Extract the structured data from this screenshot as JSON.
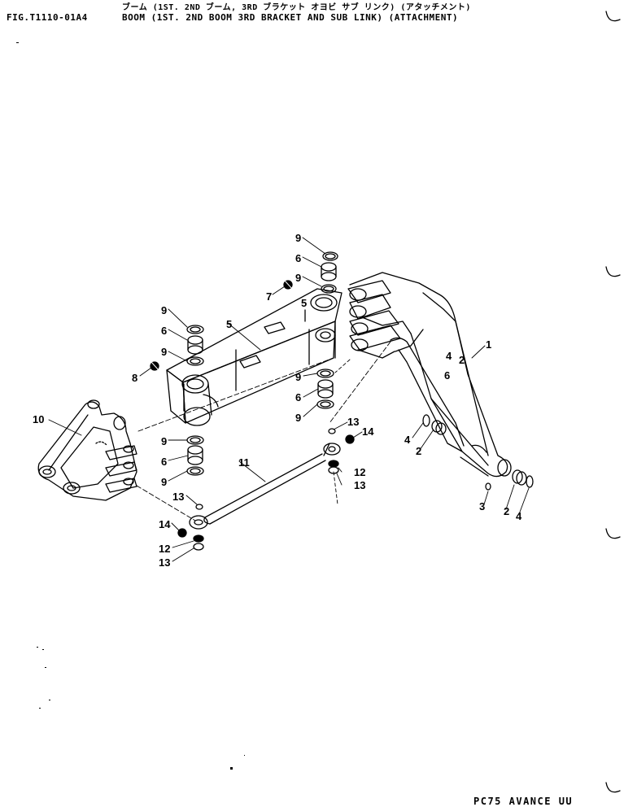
{
  "header": {
    "title_jp": "ブーム (1ST. 2ND ブーム, 3RD ブラケット オヨビ サブ リンク) (アタッチメント)",
    "figure_id": "FIG.T1110-01A4",
    "title_en": "BOOM (1ST. 2ND BOOM 3RD BRACKET AND SUB LINK) (ATTACHMENT)"
  },
  "footer": {
    "model": "PC75 AVANCE UU"
  },
  "callouts": [
    {
      "id": "c1",
      "label": "1"
    },
    {
      "id": "c2a",
      "label": "2"
    },
    {
      "id": "c2b",
      "label": "2"
    },
    {
      "id": "c3",
      "label": "3"
    },
    {
      "id": "c4a",
      "label": "4"
    },
    {
      "id": "c4b",
      "label": "4"
    },
    {
      "id": "c5",
      "label": "5"
    },
    {
      "id": "c6a",
      "label": "6"
    },
    {
      "id": "c6b",
      "label": "6"
    },
    {
      "id": "c6c",
      "label": "6"
    },
    {
      "id": "c6d",
      "label": "6"
    },
    {
      "id": "c7",
      "label": "7"
    },
    {
      "id": "c8",
      "label": "8"
    },
    {
      "id": "c9a",
      "label": "9"
    },
    {
      "id": "c9b",
      "label": "9"
    },
    {
      "id": "c9c",
      "label": "9"
    },
    {
      "id": "c9d",
      "label": "9"
    },
    {
      "id": "c9e",
      "label": "9"
    },
    {
      "id": "c9f",
      "label": "9"
    },
    {
      "id": "c9g",
      "label": "9"
    },
    {
      "id": "c9h",
      "label": "9"
    },
    {
      "id": "c9i",
      "label": "9"
    },
    {
      "id": "c10",
      "label": "10"
    },
    {
      "id": "c11",
      "label": "11"
    },
    {
      "id": "c12a",
      "label": "12"
    },
    {
      "id": "c12b",
      "label": "12"
    },
    {
      "id": "c13a",
      "label": "13"
    },
    {
      "id": "c13b",
      "label": "13"
    },
    {
      "id": "c13c",
      "label": "13"
    },
    {
      "id": "c13d",
      "label": "13"
    },
    {
      "id": "c14a",
      "label": "14"
    },
    {
      "id": "c14b",
      "label": "14"
    }
  ]
}
